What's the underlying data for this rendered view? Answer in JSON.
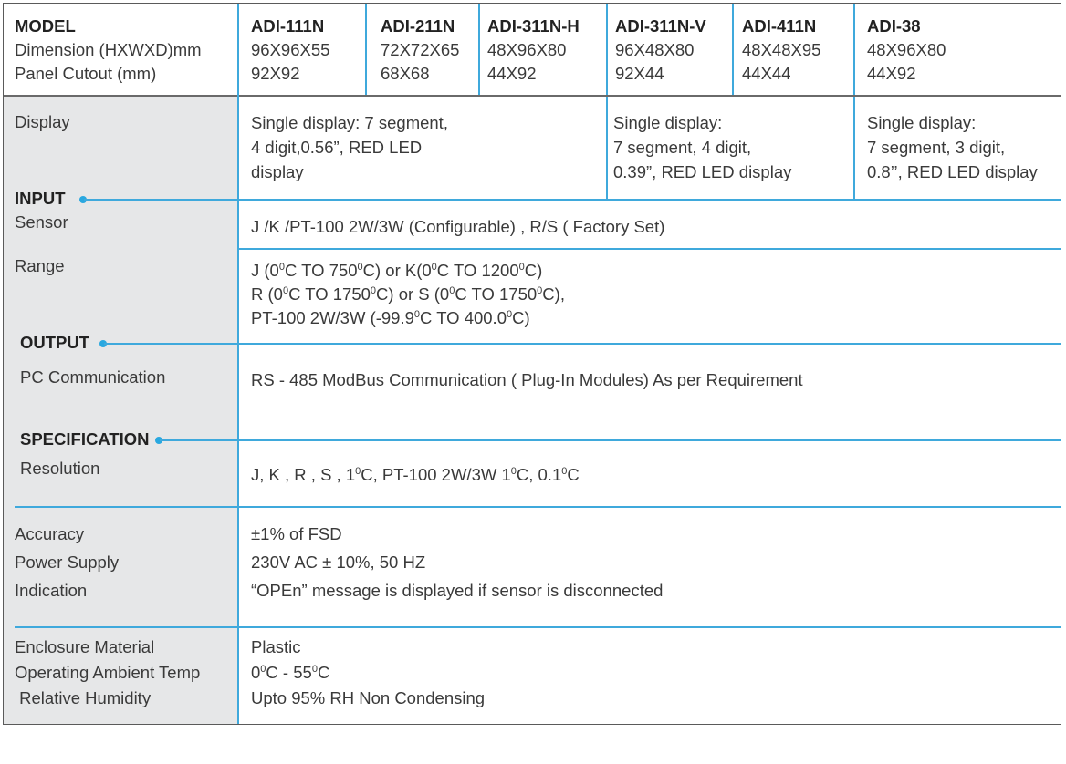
{
  "header": {
    "col0": [
      "MODEL",
      "Dimension (HXWXD)mm",
      "Panel Cutout (mm)"
    ],
    "models": [
      {
        "name": "ADI-111N",
        "dim": "96X96X55",
        "cutout": "92X92"
      },
      {
        "name": "ADI-211N",
        "dim": "72X72X65",
        "cutout": "68X68"
      },
      {
        "name": "ADI-311N-H",
        "dim": "48X96X80",
        "cutout": "44X92"
      },
      {
        "name": "ADI-311N-V",
        "dim": "96X48X80",
        "cutout": "92X44"
      },
      {
        "name": "ADI-411N",
        "dim": "48X48X95",
        "cutout": "44X44"
      },
      {
        "name": "ADI-38",
        "dim": "48X96X80",
        "cutout": "44X92"
      }
    ]
  },
  "display": {
    "label": "Display",
    "group1": [
      "Single display: 7 segment,",
      "4 digit,0.56”, RED LED",
      "display"
    ],
    "group2": [
      "Single display:",
      "7 segment, 4 digit,",
      "0.39”, RED LED display"
    ],
    "group3": [
      "Single display:",
      "7 segment, 3 digit,",
      "0.8’’, RED LED display"
    ]
  },
  "sections": {
    "input": "INPUT",
    "output": "OUTPUT",
    "specification": "SPECIFICATION"
  },
  "input": {
    "sensor_label": "Sensor",
    "sensor_value": "J /K /PT-100 2W/3W (Configurable) , R/S ( Factory Set)",
    "range_label": "Range",
    "range_lines": [
      [
        "J  (0",
        "0",
        "C TO 750",
        "0",
        "C) or K(0",
        "0",
        "C TO 1200",
        "0",
        "C)"
      ],
      [
        "R (0",
        "0",
        "C TO 1750",
        "0",
        "C) or S (0",
        "0",
        "C TO 1750",
        "0",
        "C),"
      ],
      [
        "PT-100 2W/3W (-99.9",
        "0",
        "C TO 400.0",
        "0",
        "C)"
      ]
    ]
  },
  "output": {
    "pc_label": "PC Communication",
    "pc_value": "RS - 485 ModBus Communication ( Plug-In Modules) As per Requirement"
  },
  "specification": {
    "resolution_label": "Resolution",
    "resolution_parts": [
      "J, K , R , S ,  1",
      "0",
      "C, PT-100 2W/3W  1",
      "0",
      "C, 0.1",
      "0",
      "C"
    ],
    "accuracy_label": "Accuracy",
    "accuracy_value": "±1% of FSD",
    "power_label": "Power Supply",
    "power_value": "230V AC ± 10%, 50 HZ",
    "indication_label": "Indication",
    "indication_value": "“OPEn” message is displayed if sensor is disconnected",
    "enclosure_label": "Enclosure Material",
    "enclosure_value": "Plastic",
    "temp_label": "Operating Ambient Temp",
    "temp_parts": [
      "0",
      "0",
      "C - 55",
      "0",
      "C"
    ],
    "humidity_label": " Relative Humidity",
    "humidity_value": "Upto 95% RH Non Condensing"
  },
  "colors": {
    "accent": "#3fa9dc",
    "label_bg": "#e6e7e8",
    "border": "#5a5a5a"
  }
}
